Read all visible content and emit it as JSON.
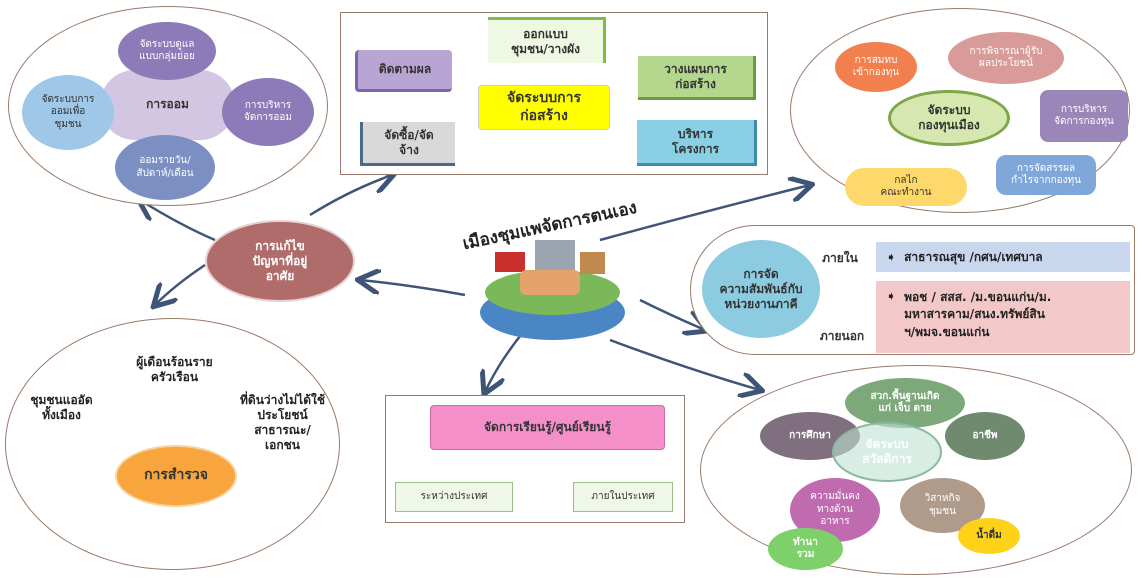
{
  "center": {
    "title": "เมืองชุมแพจัดการตนเอง"
  },
  "savings": {
    "center": "การออม",
    "top": "จัดระบบดูแล\nแบบกลุ่มย่อย",
    "left": "จัดระบบการ\nออมเพื่อ\nชุมชน",
    "right": "การบริหาร\nจัดการออม",
    "bottom": "ออมรายวัน/\nสัปดาห์/เดือน"
  },
  "housing": {
    "label": "การแก้ไข\nปัญหาที่อยู่\nอาศัย"
  },
  "construction": {
    "center": "จัดระบบการ\nก่อสร้าง",
    "design": "ออกแบบ\nชุมชน/วางผัง",
    "follow": "ติดตามผล",
    "plan": "วางแผนการ\nก่อสร้าง",
    "procure": "จัดซื้อ/จัด\nจ้าง",
    "manage": "บริหาร\nโครงการ"
  },
  "fund": {
    "center": "จัดระบบ\nกองทุนเมือง",
    "join": "การสมทบ\nเข้ากองทุน",
    "consider": "การพิจารณาผู้รับ\nผลประโยชน์",
    "admin": "การบริหาร\nจัดการกองทุน",
    "mechanism": "กลไก\nคณะทำงาน",
    "profit": "การจัดสรรผล\nกำไรจากกองทุน"
  },
  "relations": {
    "center": "การจัด\nความสัมพันธ์กับ\nหน่วยงานภาคี",
    "inside_label": "ภายใน",
    "outside_label": "ภายนอก",
    "inside_text": "สาธารณสุข /กศน/เทศบาล",
    "outside_text": "พอช / สสส. /ม.ขอนแก่น/ม.\nมหาสารคาม/สนง.ทรัพย์สิน\nฯ/พมจ.ขอนแก่น",
    "bullet_icon": "arrow-bullet-icon"
  },
  "survey": {
    "center": "การสำรวจ",
    "item1": "ชุมชนแออัด\nทั้งเมือง",
    "item2": "ผู้เดือนร้อนราย\nครัวเรือน",
    "item3": "ที่ดินว่างไม่ได้ใช้\nประโยชน์\nสาธารณะ/\nเอกชน"
  },
  "learning": {
    "center": "จัดการเรียนรู้/ศูนย์เรียนรู้",
    "intl": "ระหว่างประเทศ",
    "domestic": "ภายในประเทศ"
  },
  "welfare": {
    "center": "จัดระบบ\nสวัสดิการ",
    "birth": "สวก.พื้นฐานเกิด\nแก่ เจ็บ ตาย",
    "edu": "การศึกษา",
    "career": "อาชีพ",
    "food": "ความมั่นคง\nทางด้าน\nอาหาร",
    "enterprise": "วิสาหกิจ\nชุมชน",
    "farm": "ทำนา\nรวม",
    "drink": "น้ำดื่ม"
  },
  "colors": {
    "arrow": "#3e5577",
    "red_line": "#e02020",
    "construction_center": "#ffff00",
    "housing": "#b06b6b",
    "survey_center": "#f7a53c",
    "fund_center": "#d6e8b0",
    "relations_center": "#8ccbe0",
    "learning_center": "#f58fc9"
  }
}
